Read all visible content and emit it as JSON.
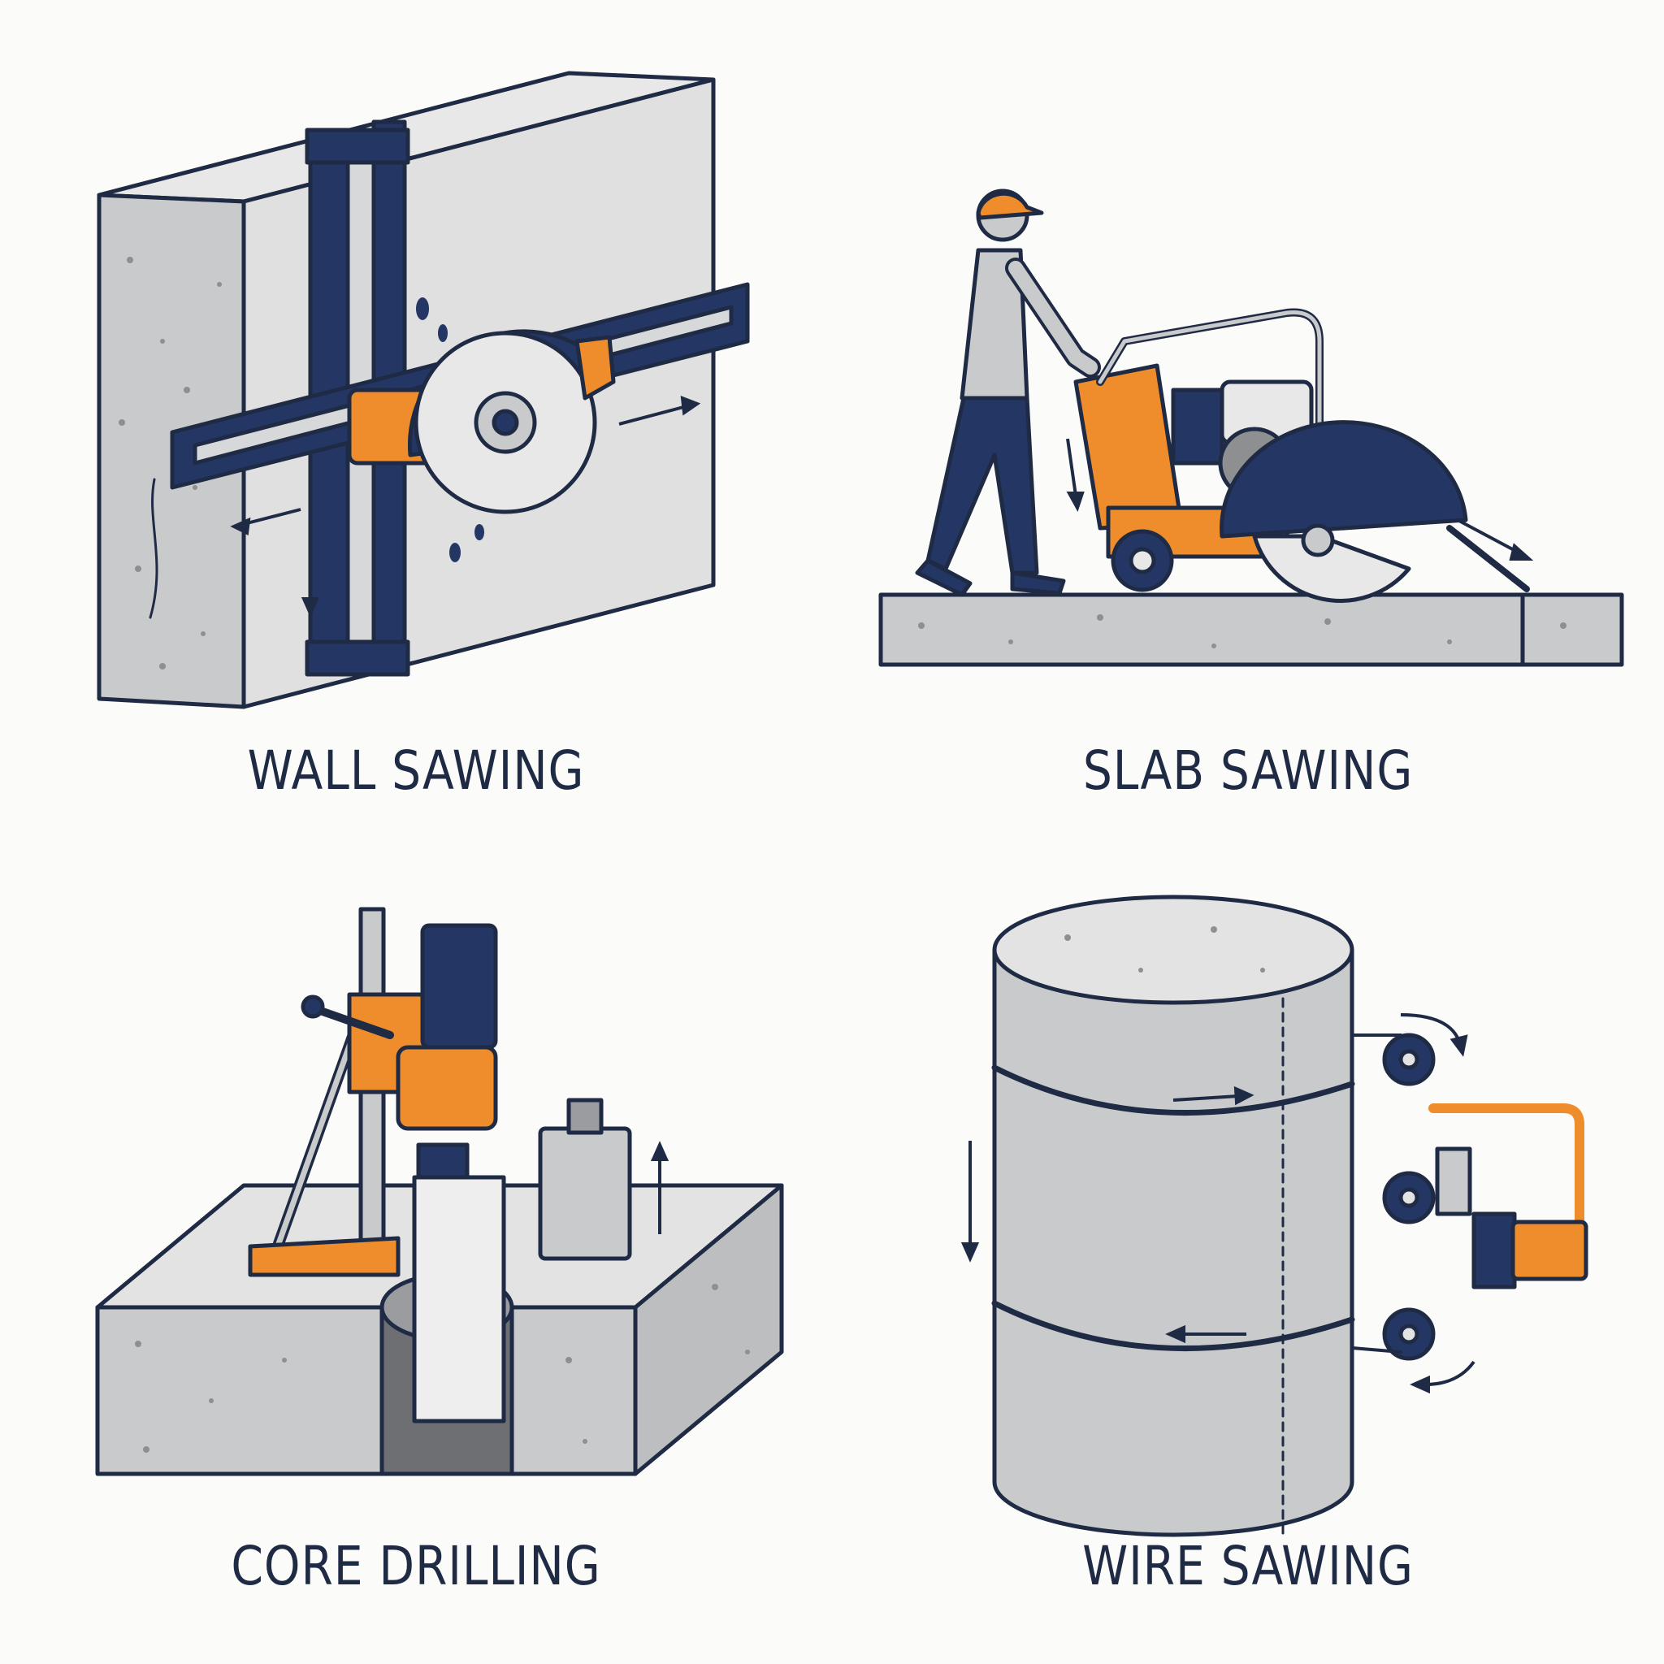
{
  "panels": [
    {
      "caption": "WALL SAWING",
      "icon": "wall-saw-icon"
    },
    {
      "caption": "SLAB SAWING",
      "icon": "slab-saw-icon"
    },
    {
      "caption": "CORE DRILLING",
      "icon": "core-drill-icon"
    },
    {
      "caption": "WIRE SAWING",
      "icon": "wire-saw-icon"
    }
  ],
  "colors": {
    "navy": "#243664",
    "orange": "#ef8d2c",
    "concrete": "#c9cacb",
    "concrete_light": "#e3e3e4",
    "outline": "#1f2a44",
    "background": "#fbfbfa"
  }
}
